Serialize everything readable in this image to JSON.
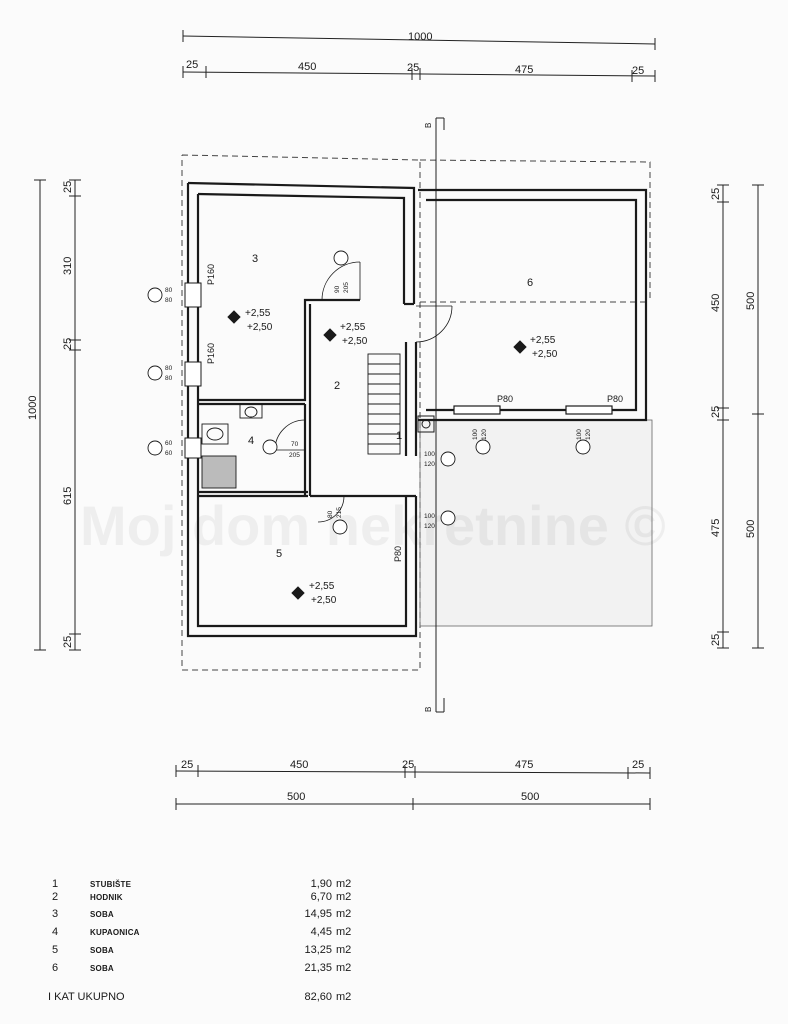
{
  "top_dims": {
    "overall": "1000",
    "segments": [
      "25",
      "450",
      "25",
      "475",
      "25"
    ]
  },
  "bottom_dims": {
    "segments": [
      "25",
      "450",
      "25",
      "475",
      "25"
    ],
    "halves": [
      "500",
      "500"
    ]
  },
  "left_dims": {
    "overall": "1000",
    "segments": [
      "25",
      "310",
      "25",
      "615",
      "25"
    ]
  },
  "right_dims": {
    "segments": [
      "25",
      "450",
      "25",
      "475",
      "25"
    ],
    "halves": [
      "500",
      "500"
    ]
  },
  "section_marker": "B",
  "rooms": [
    {
      "num": "1",
      "name": "STUBIŠTE",
      "area": "1,90",
      "unit": "m2"
    },
    {
      "num": "2",
      "name": "HODNIK",
      "area": "6,70",
      "unit": "m2"
    },
    {
      "num": "3",
      "name": "SOBA",
      "area": "14,95",
      "unit": "m2"
    },
    {
      "num": "4",
      "name": "KUPAONICA",
      "area": "4,45",
      "unit": "m2"
    },
    {
      "num": "5",
      "name": "SOBA",
      "area": "13,25",
      "unit": "m2"
    },
    {
      "num": "6",
      "name": "SOBA",
      "area": "21,35",
      "unit": "m2"
    }
  ],
  "total": {
    "label": "I KAT UKUPNO",
    "area": "82,60",
    "unit": "m2"
  },
  "levels": {
    "upper": "+2,55",
    "lower": "+2,50"
  },
  "openings": {
    "window_p160": "P160",
    "window_p80": "P80",
    "sill_80": "80",
    "sill_60": "60",
    "door_100": "100",
    "door_120": "120",
    "door_70": "70",
    "door_205": "205",
    "door_80": "80",
    "door_215": "215",
    "door_90": "90"
  },
  "watermark": "Moj dom nekretnine ©"
}
